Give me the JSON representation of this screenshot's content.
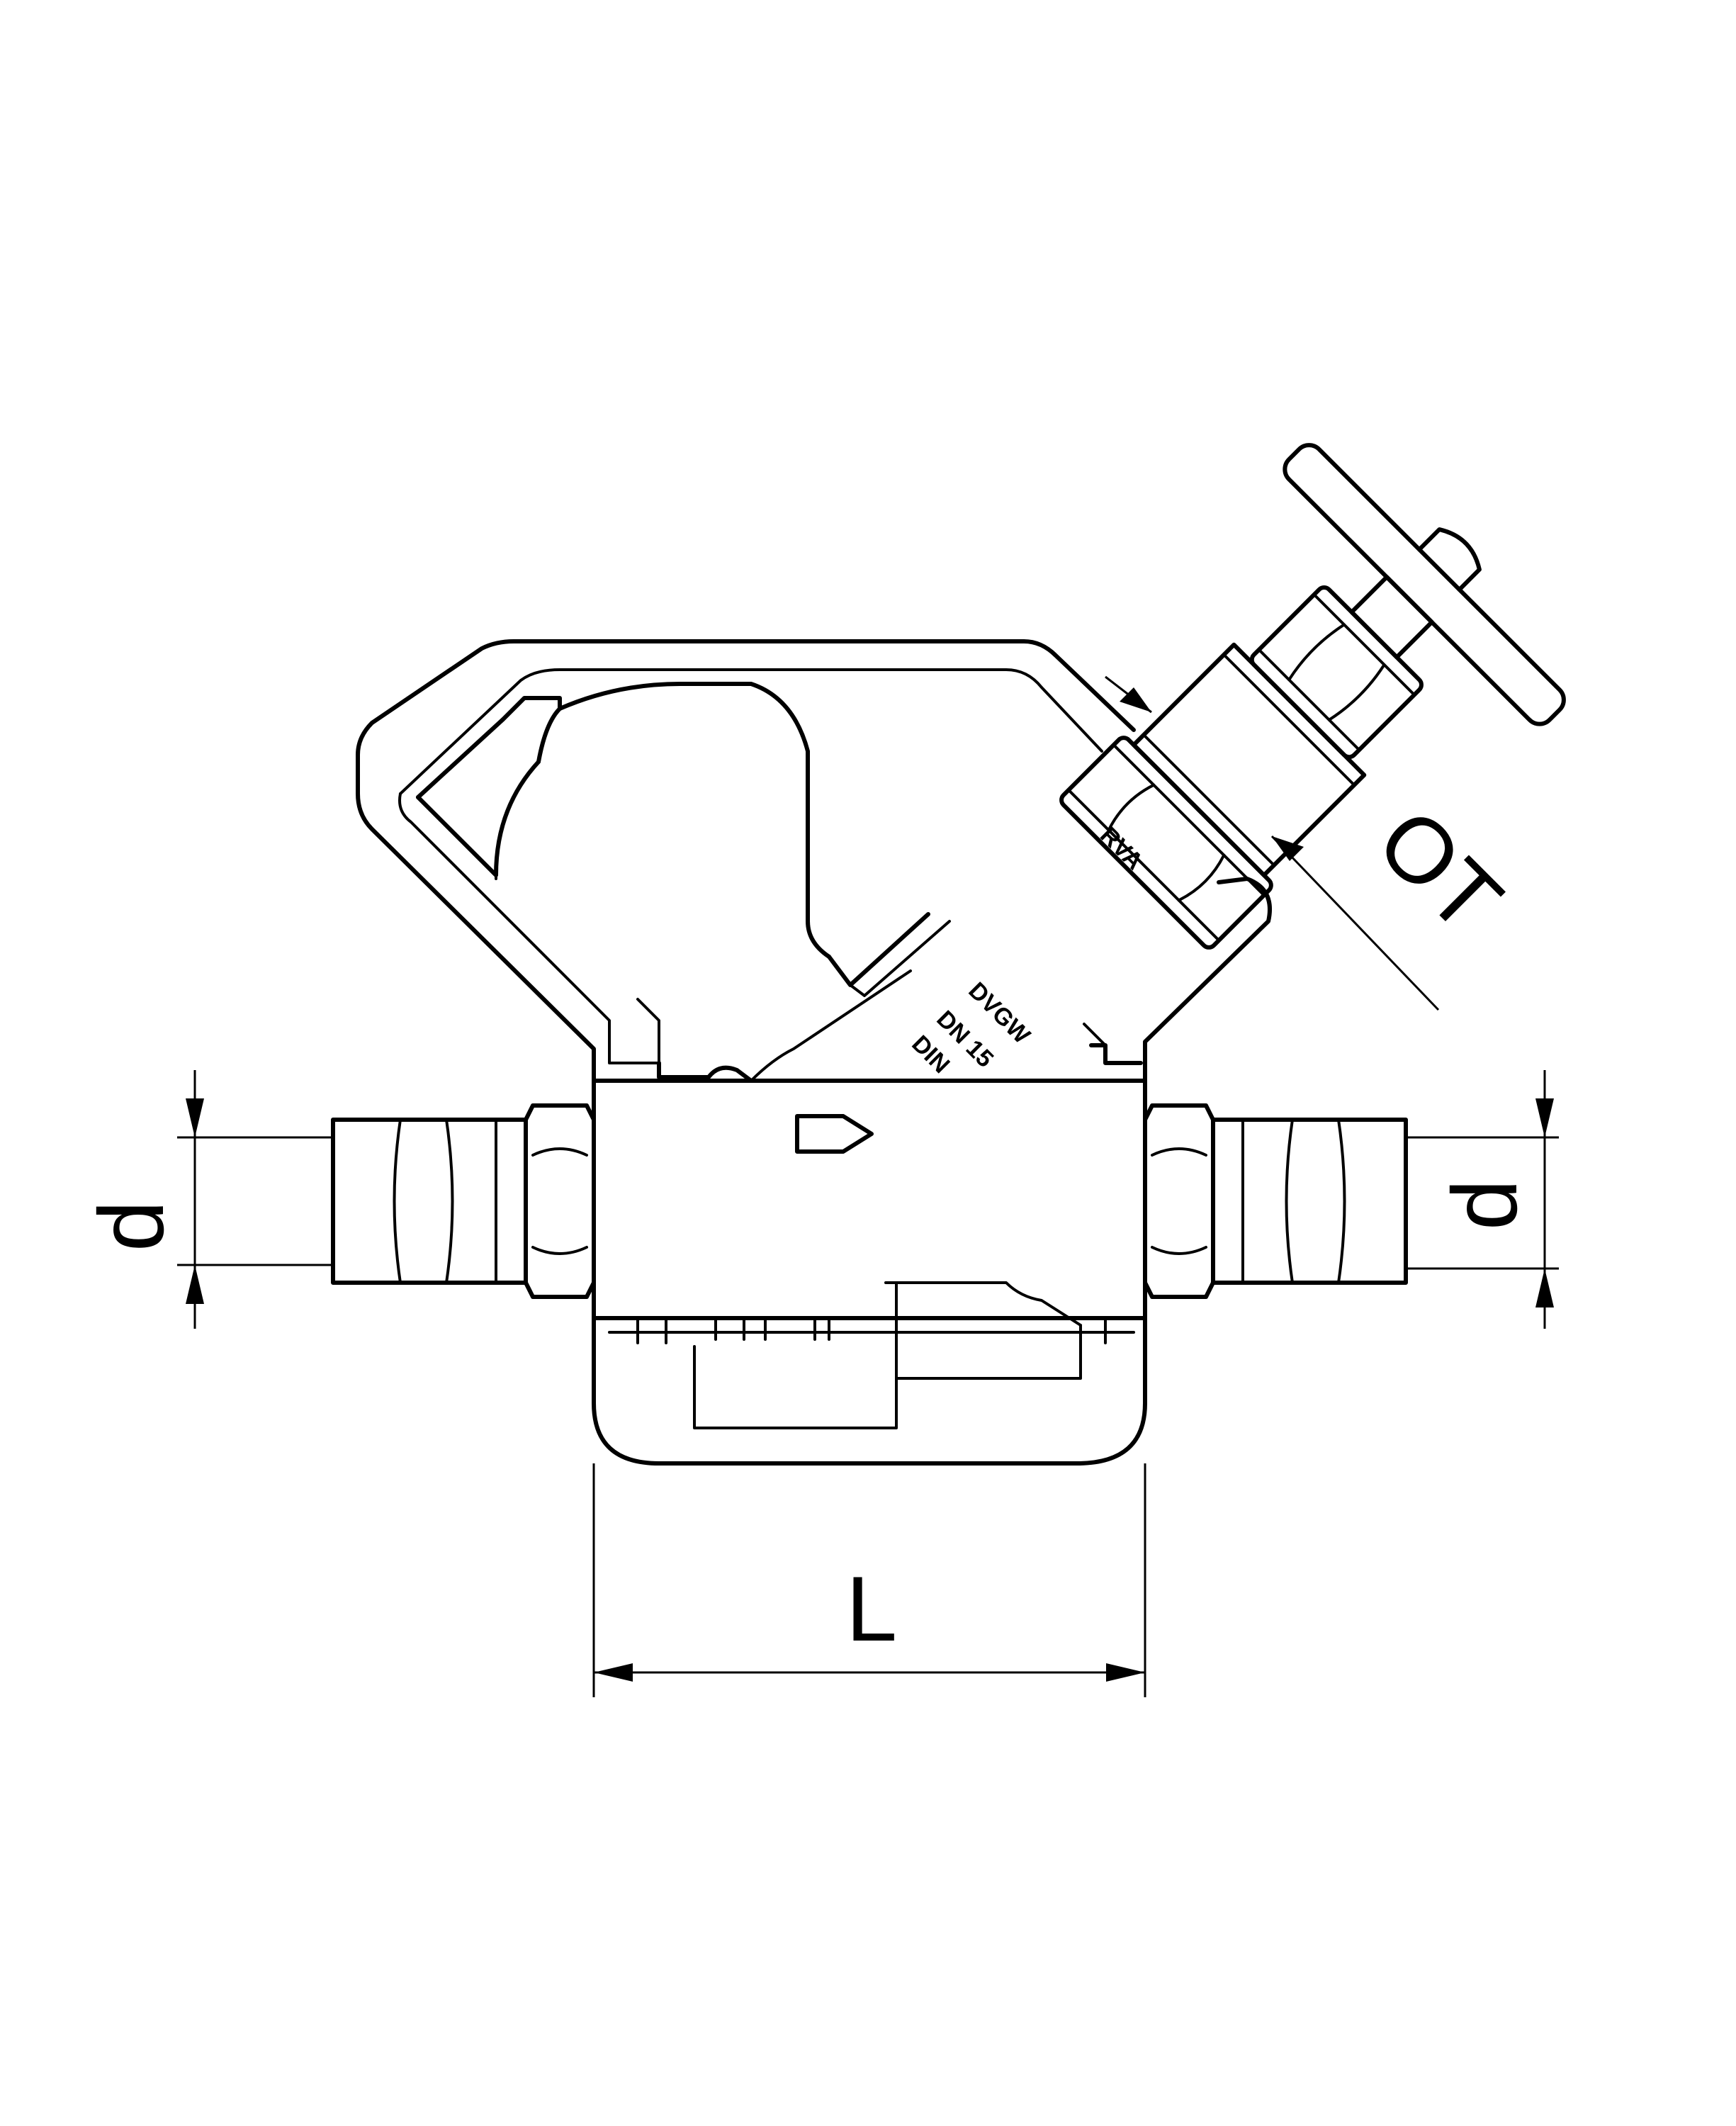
{
  "dimensions": {
    "left_diameter": "d",
    "right_diameter": "d",
    "length": "L",
    "outlet_thread": "OT"
  },
  "markings": {
    "bonnet": "RVA",
    "approval": "DVGW",
    "size": "DN 15",
    "standard": "DIN"
  },
  "colors": {
    "line": "#000000",
    "background": "#ffffff"
  }
}
